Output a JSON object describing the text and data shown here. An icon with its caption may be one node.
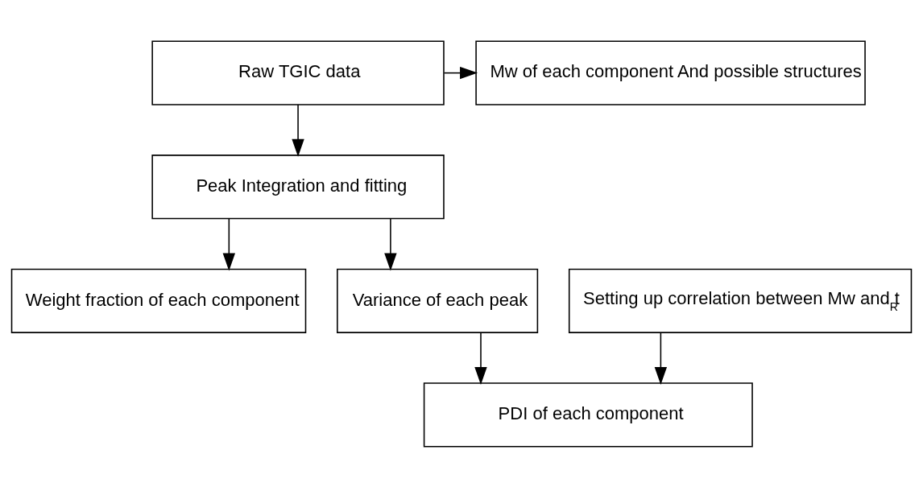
{
  "diagram": {
    "nodes": [
      {
        "text": [
          "Raw TGIC data"
        ]
      },
      {
        "text": [
          "Mw of each component And possible structures"
        ]
      },
      {
        "text": [
          "Peak Integration and fitting"
        ]
      },
      {
        "text": [
          "Weight fraction of each component"
        ]
      },
      {
        "text": [
          "Variance of each peak"
        ]
      },
      {
        "text": [
          "Setting up correlation between Mw and t$_{R}$"
        ]
      },
      {
        "text": [
          "PDI of each component"
        ]
      }
    ],
    "edges": [
      {
        "from": 0,
        "to": 1,
        "arrow": "to"
      },
      {
        "from": 0,
        "to": 2,
        "arrow": "to"
      },
      {
        "from": 2,
        "to": 3,
        "arrow": "to"
      },
      {
        "from": 2,
        "to": 4,
        "arrow": "to"
      },
      {
        "from": 4,
        "to": 6,
        "arrow": "to"
      },
      {
        "from": 5,
        "to": 6,
        "arrow": "to"
      }
    ]
  }
}
